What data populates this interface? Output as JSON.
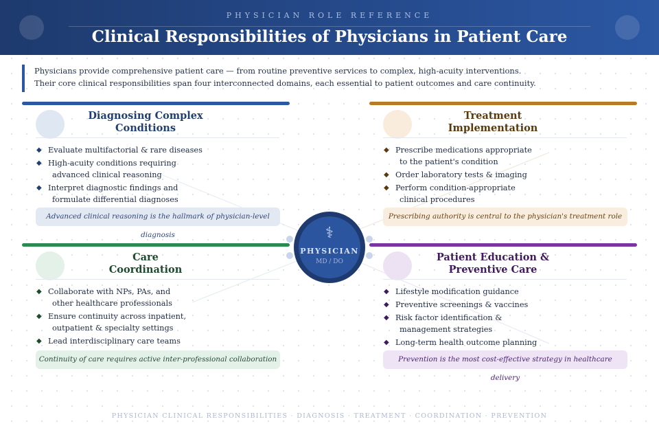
{
  "header": {
    "kicker": "PHYSICIAN ROLE REFERENCE",
    "title": "Clinical Responsibilities of Physicians in Patient Care"
  },
  "intro": {
    "line1": "Physicians provide comprehensive patient care — from routine preventive services to complex, high-acuity interventions.",
    "line2": "Their core clinical responsibilities span four interconnected domains, each essential to patient outcomes and care continuity."
  },
  "hub": {
    "icon": "caduceus-icon",
    "title": "PHYSICIAN",
    "subtitle": "MD / DO"
  },
  "domains": [
    {
      "id": "diagnosing",
      "title_line1": "Diagnosing Complex",
      "title_line2": "Conditions",
      "color": "#2b57a3",
      "title_color": "#22406f",
      "tint": "#dfe7f2",
      "bullets": [
        {
          "l1": "Evaluate multifactorial & rare diseases",
          "l2": ""
        },
        {
          "l1": "High-acuity conditions requiring",
          "l2": "advanced clinical reasoning"
        },
        {
          "l1": "Interpret diagnostic findings and",
          "l2": "formulate differential diagnoses"
        }
      ],
      "note": "Advanced clinical reasoning is the hallmark of physician-level diagnosis"
    },
    {
      "id": "treatment",
      "title_line1": "Treatment",
      "title_line2": "Implementation",
      "color": "#b87a24",
      "title_color": "#5a3a0c",
      "tint": "#f9ecdc",
      "bullets": [
        {
          "l1": "Prescribe medications appropriate",
          "l2": "to the patient's condition"
        },
        {
          "l1": "Order laboratory tests & imaging",
          "l2": ""
        },
        {
          "l1": "Perform condition-appropriate",
          "l2": "clinical procedures"
        }
      ],
      "note": "Prescribing authority is central to the physician's treatment role"
    },
    {
      "id": "coordination",
      "title_line1": "Care",
      "title_line2": "Coordination",
      "color": "#2a8a52",
      "title_color": "#1e4a2e",
      "tint": "#e3f1e8",
      "bullets": [
        {
          "l1": "Collaborate with NPs, PAs, and",
          "l2": "other healthcare professionals"
        },
        {
          "l1": "Ensure continuity across inpatient,",
          "l2": "outpatient & specialty settings"
        },
        {
          "l1": "Lead interdisciplinary care teams",
          "l2": ""
        }
      ],
      "note": "Continuity of care requires active inter-professional collaboration"
    },
    {
      "id": "education",
      "title_line1": "Patient Education &",
      "title_line2": "Preventive Care",
      "color": "#7a35a5",
      "title_color": "#3f1a5c",
      "tint": "#ede2f4",
      "bullets": [
        {
          "l1": "Lifestyle modification guidance",
          "l2": ""
        },
        {
          "l1": "Preventive screenings & vaccines",
          "l2": ""
        },
        {
          "l1": "Risk factor identification &",
          "l2": "management strategies"
        },
        {
          "l1": "Long-term health outcome planning",
          "l2": ""
        }
      ],
      "note": "Prevention is the most cost-effective strategy in healthcare delivery"
    }
  ],
  "footer": "PHYSICIAN CLINICAL RESPONSIBILITIES · DIAGNOSIS · TREATMENT · COORDINATION · PREVENTION"
}
